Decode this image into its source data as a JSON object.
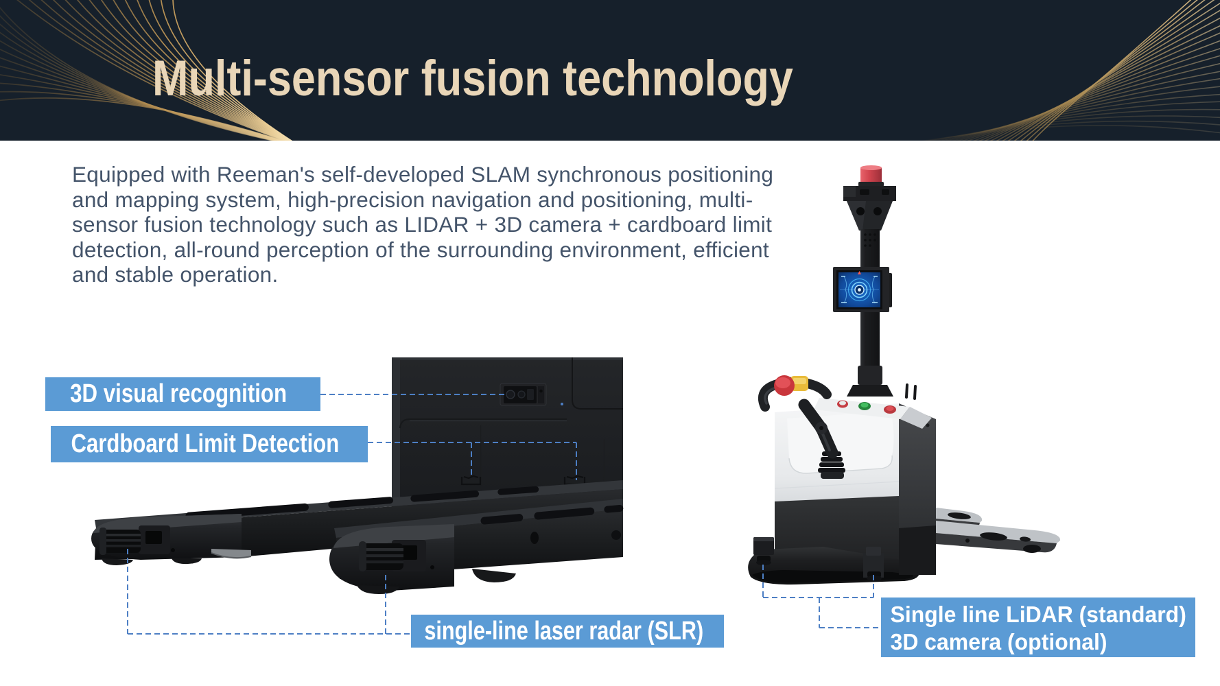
{
  "theme": {
    "header-bg": "#16202b",
    "title-color": "#e9d6b8",
    "body-text": "#44546a",
    "label-bg": "#5b9bd5",
    "label-text": "#ffffff",
    "connector": "#4d7fc4",
    "gold": "#d9b36c"
  },
  "slide": {
    "title": "Multi-sensor fusion technology",
    "paragraph": {
      "lines": [
        "Equipped with Reeman's self-developed SLAM synchronous positioning",
        "and mapping system, high-precision navigation and positioning, multi-",
        "sensor fusion technology such as LIDAR + 3D camera + cardboard limit",
        "detection, all-round perception of the surrounding environment, efficient",
        "and stable operation."
      ]
    },
    "labels": {
      "visual_recognition": "3D visual recognition",
      "cardboard_limit": "Cardboard Limit Detection",
      "single_line_laser": "single-line laser radar (SLR)",
      "lidar_line1": "Single line LiDAR (standard)",
      "lidar_line2": "3D camera (optional)"
    }
  }
}
